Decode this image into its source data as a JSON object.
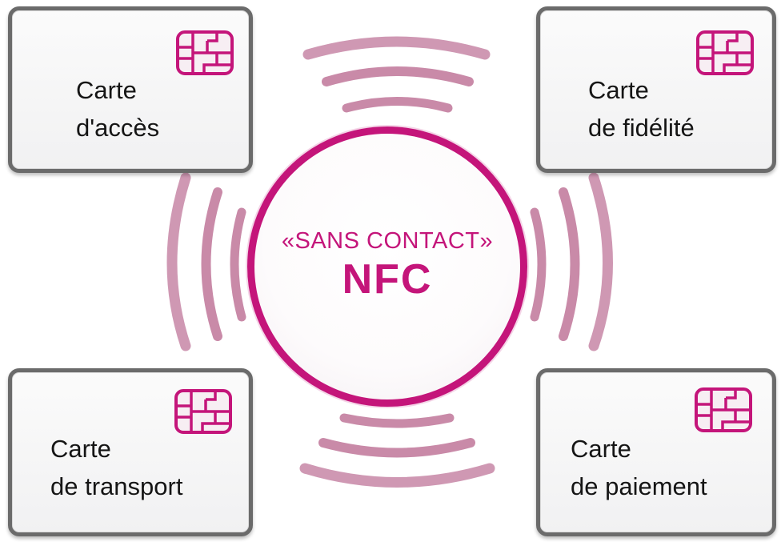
{
  "center": {
    "subtitle": "«SANS CONTACT»",
    "title": "NFC"
  },
  "cards": {
    "top_left": {
      "line1": "Carte",
      "line2": "d'accès"
    },
    "top_right": {
      "line1": "Carte",
      "line2": "de fidélité"
    },
    "bottom_left": {
      "line1": "Carte",
      "line2": "de transport"
    },
    "bottom_right": {
      "line1": "Carte",
      "line2": "de paiement"
    }
  },
  "icons": {
    "card_chip": "chip-icon",
    "signal_waves": "nfc-signal-waves"
  },
  "colors": {
    "accent": "#c4157a",
    "wave": "#c98aa8",
    "card_border": "#6b6b6b",
    "card_text": "#151515"
  }
}
